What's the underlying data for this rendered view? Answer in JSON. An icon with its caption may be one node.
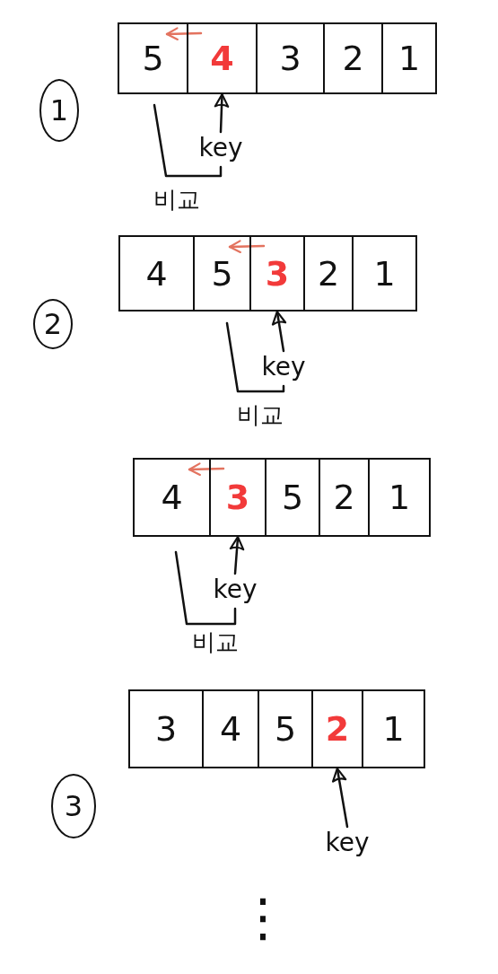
{
  "diagram": {
    "nodes": [
      {
        "text": [
          "5"
        ]
      },
      {
        "text": [
          "4"
        ]
      },
      {
        "text": [
          "3"
        ]
      },
      {
        "text": [
          "2"
        ]
      },
      {
        "text": [
          "1"
        ]
      },
      {
        "text": [
          "1"
        ]
      },
      {
        "text": [
          "key"
        ]
      },
      {
        "text": [
          "4"
        ]
      },
      {
        "text": [
          "5"
        ]
      },
      {
        "text": [
          "3"
        ]
      },
      {
        "text": [
          "2"
        ]
      },
      {
        "text": [
          "1"
        ]
      },
      {
        "text": [
          "2"
        ]
      },
      {
        "text": [
          "key"
        ]
      },
      {
        "text": [
          "4"
        ]
      },
      {
        "text": [
          "3"
        ]
      },
      {
        "text": [
          "5"
        ]
      },
      {
        "text": [
          "2"
        ]
      },
      {
        "text": [
          "1"
        ]
      },
      {
        "text": [
          "key"
        ]
      },
      {
        "text": [
          "3"
        ]
      },
      {
        "text": [
          "4"
        ]
      },
      {
        "text": [
          "5"
        ]
      },
      {
        "text": [
          "2"
        ]
      },
      {
        "text": [
          "1"
        ]
      },
      {
        "text": [
          "3"
        ]
      },
      {
        "text": [
          "key"
        ]
      }
    ],
    "edges": [
      {
        "from": 1,
        "to": 0,
        "arrow": "to",
        "color": "#e3735f"
      },
      {
        "from": 6,
        "to": 1,
        "arrow": "to"
      },
      {
        "from": 9,
        "to": 8,
        "arrow": "to",
        "color": "#e3735f"
      },
      {
        "from": 13,
        "to": 9,
        "arrow": "to"
      },
      {
        "from": 15,
        "to": 14,
        "arrow": "to",
        "color": "#e3735f"
      },
      {
        "from": 19,
        "to": 15,
        "arrow": "to"
      },
      {
        "from": 26,
        "to": 23,
        "arrow": "to"
      }
    ],
    "labels": [
      "비교",
      "비교",
      "비교",
      "⋮"
    ]
  }
}
